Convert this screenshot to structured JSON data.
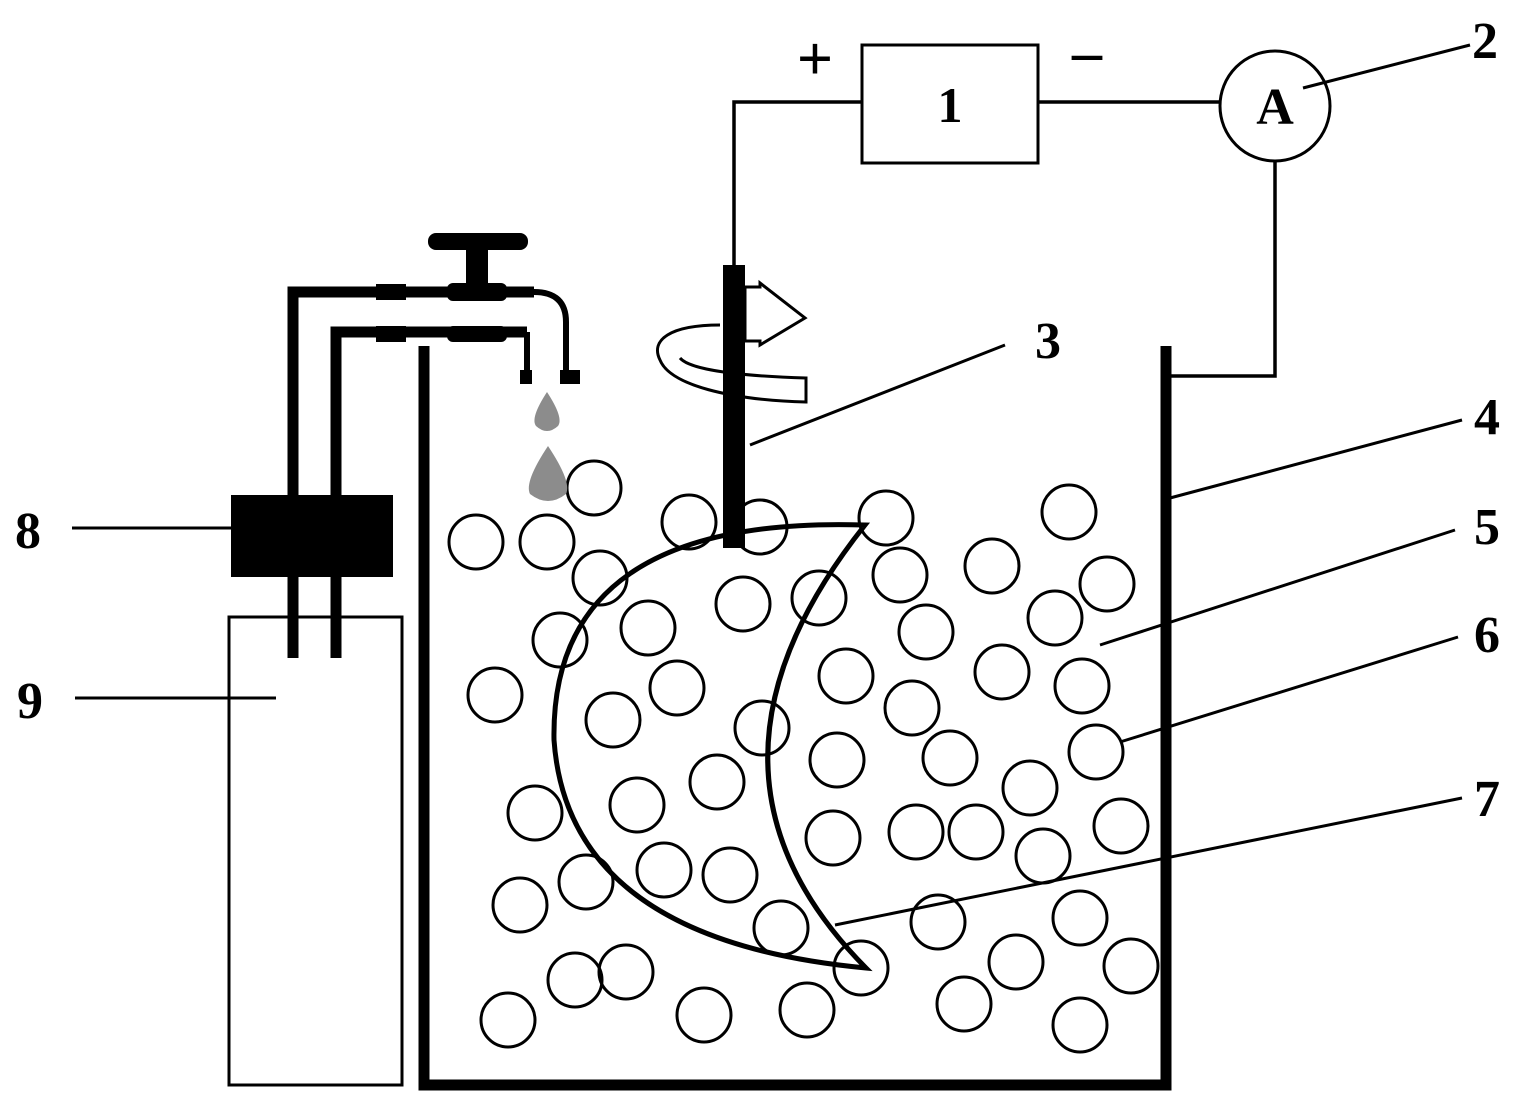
{
  "labels": {
    "power_supply": "1",
    "ammeter_ref": "2",
    "ammeter_symbol": "A",
    "workpiece_shaft": "3",
    "tank_wall": "4",
    "medium": "5",
    "abrasive_particle": "6",
    "workpiece": "7",
    "valve_pump": "8",
    "reservoir": "9",
    "plus": "+",
    "minus": "–"
  },
  "colors": {
    "line": "#000000",
    "droplet": "#8c8c8c",
    "background": "#ffffff"
  }
}
